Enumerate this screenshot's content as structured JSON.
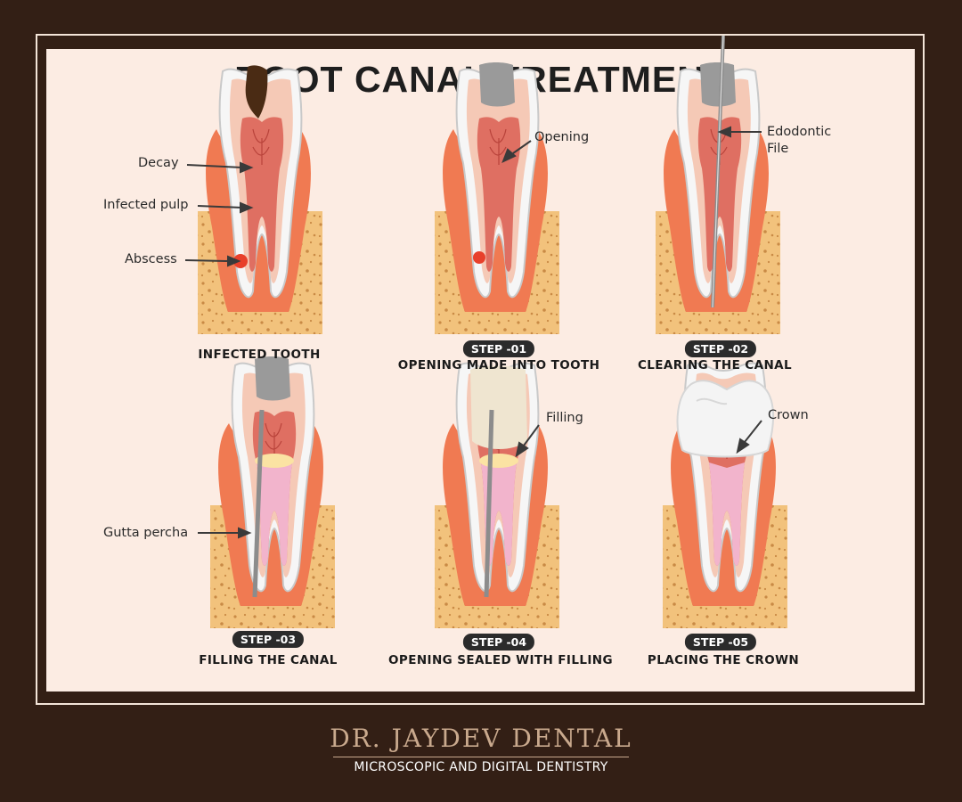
{
  "title": "ROOT CANAL TREATMENT",
  "colors": {
    "background": "#331f15",
    "panel": "#fcece3",
    "bone": "#f2c27c",
    "gum": "#f07a52",
    "pulp": "#df6f62",
    "enamel": "#f6f6f6",
    "decay": "#4a2b14",
    "gutta_percha": "#f2b4cc",
    "badge": "#2b2b2b"
  },
  "panels": [
    {
      "step": "",
      "caption": "INFECTED TOOTH",
      "labels": [
        "Decay",
        "Infected pulp",
        "Abscess"
      ]
    },
    {
      "step": "STEP -01",
      "caption": "OPENING MADE INTO TOOTH",
      "labels": [
        "Opening"
      ]
    },
    {
      "step": "STEP -02",
      "caption": "CLEARING THE CANAL",
      "labels": [
        "Edodontic",
        "File"
      ]
    },
    {
      "step": "STEP -03",
      "caption": "FILLING THE CANAL",
      "labels": [
        "Gutta percha"
      ]
    },
    {
      "step": "STEP -04",
      "caption": "OPENING SEALED WITH FILLING",
      "labels": [
        "Filling"
      ]
    },
    {
      "step": "STEP -05",
      "caption": "PLACING THE CROWN",
      "labels": [
        "Crown"
      ]
    }
  ],
  "brand": {
    "name": "DR. JAYDEV DENTAL",
    "tagline": "MICROSCOPIC AND DIGITAL DENTISTRY"
  }
}
